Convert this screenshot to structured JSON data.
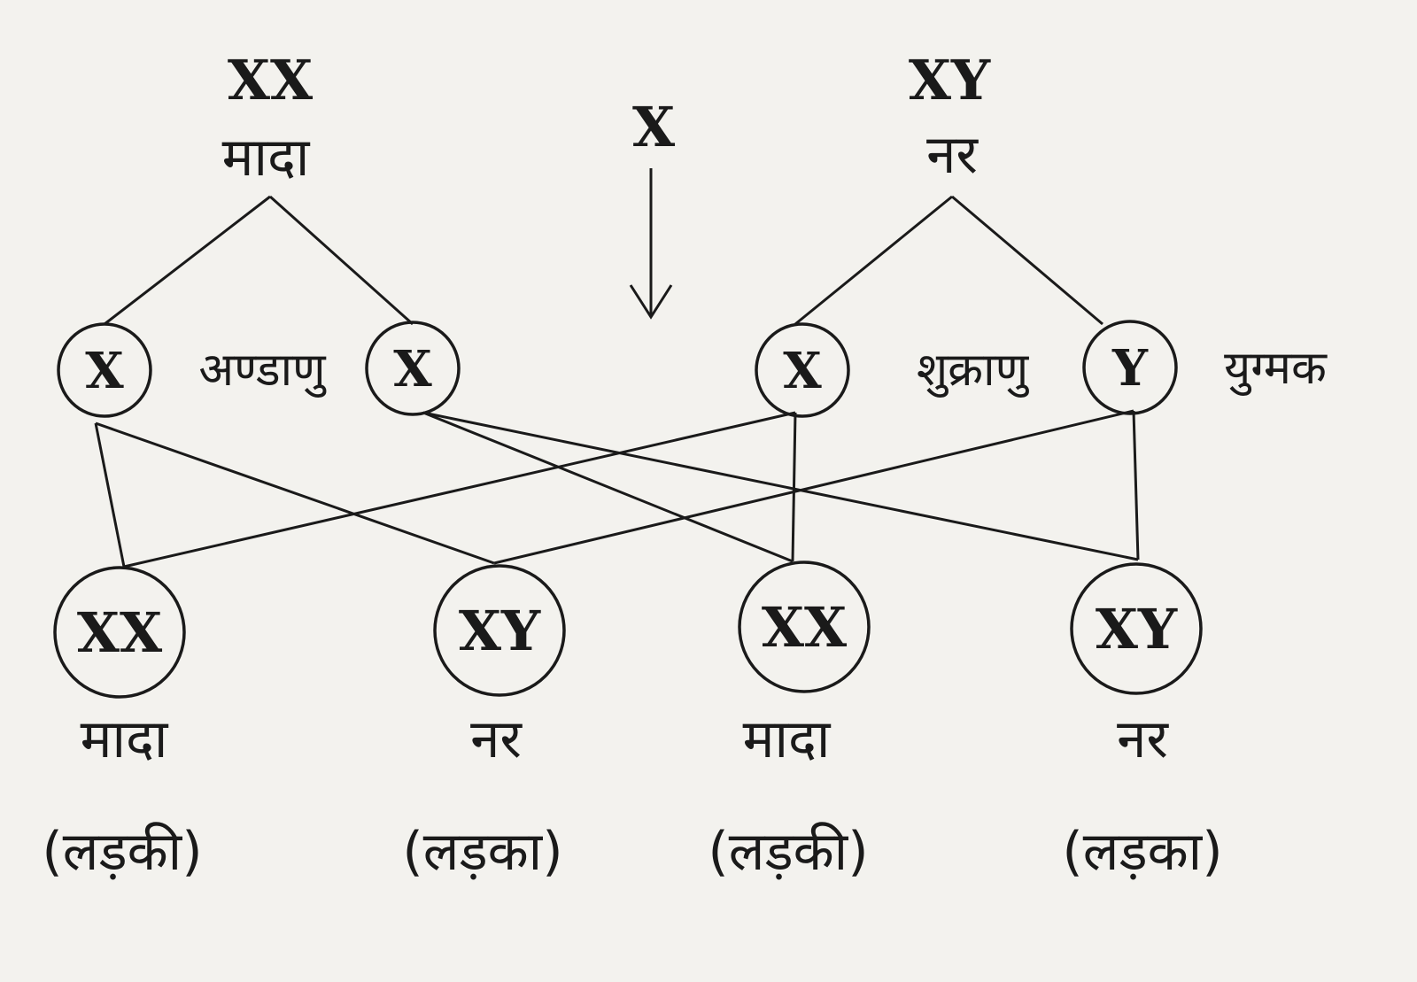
{
  "parents": {
    "female": {
      "genotype": "XX",
      "label": "मादा"
    },
    "male": {
      "genotype": "XY",
      "label": "नर"
    },
    "cross_symbol": "X"
  },
  "gametes": {
    "egg_label": "अण्डाणु",
    "sperm_label": "शुक्राणु",
    "zygote_label": "युग्मक",
    "female": [
      "X",
      "X"
    ],
    "male": [
      "X",
      "Y"
    ]
  },
  "offspring": [
    {
      "genotype": "XX",
      "sex": "मादा",
      "child": "(लड़की)"
    },
    {
      "genotype": "XY",
      "sex": "नर",
      "child": "(लड़का)"
    },
    {
      "genotype": "XX",
      "sex": "मादा",
      "child": "(लड़की)"
    },
    {
      "genotype": "XY",
      "sex": "नर",
      "child": "(लड़का)"
    }
  ],
  "colors": {
    "ink": "#1a1a1a",
    "paper": "#f3f2ee"
  }
}
